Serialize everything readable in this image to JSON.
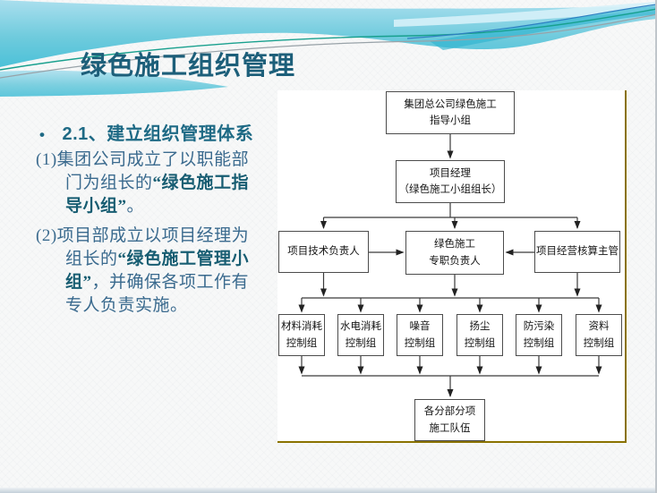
{
  "slide": {
    "title": "绿色施工组织管理",
    "section_heading": {
      "bullet": "•",
      "text": "2.1、建立组织管理体系"
    },
    "paragraphs": [
      {
        "lines": [
          [
            {
              "t": "(1)集团公司成立了以职能部"
            }
          ],
          [
            {
              "t": "门为组长的"
            },
            {
              "t": "“绿色施工指",
              "b": true
            }
          ],
          [
            {
              "t": "导小组”",
              "b": true
            },
            {
              "t": "。"
            }
          ]
        ]
      },
      {
        "lines": [
          [
            {
              "t": "(2)项目部成立以项目经理为"
            }
          ],
          [
            {
              "t": "组长的"
            },
            {
              "t": "“绿色施工管理小",
              "b": true
            }
          ],
          [
            {
              "t": "组”",
              "b": true
            },
            {
              "t": "，并确保各项工作有"
            }
          ],
          [
            {
              "t": "专人负责实施。"
            }
          ]
        ]
      }
    ]
  },
  "flowchart": {
    "top": "集团总公司绿色施工\n指导小组",
    "pm": "项目经理\n（绿色施工小组组长）",
    "tech": "项目技术负责人",
    "green": "绿色施工\n专职负责人",
    "acct": "项目经营核算主管",
    "groups": [
      "材料消耗\n控制组",
      "水电消耗\n控制组",
      "噪音\n控制组",
      "扬尘\n控制组",
      "防污染\n控制组",
      "资料\n控制组"
    ],
    "teams": "各分部分项\n施工队伍"
  },
  "colors": {
    "title_text": "#1d5f7a",
    "heading_text": "#1e6a85",
    "body_text": "#3a6a8e",
    "emphasis_text": "#175d72",
    "header_cyan": "#5ec9dd",
    "panel_border_gold": "#8a7200",
    "connector_line": "#3a3a3a"
  }
}
